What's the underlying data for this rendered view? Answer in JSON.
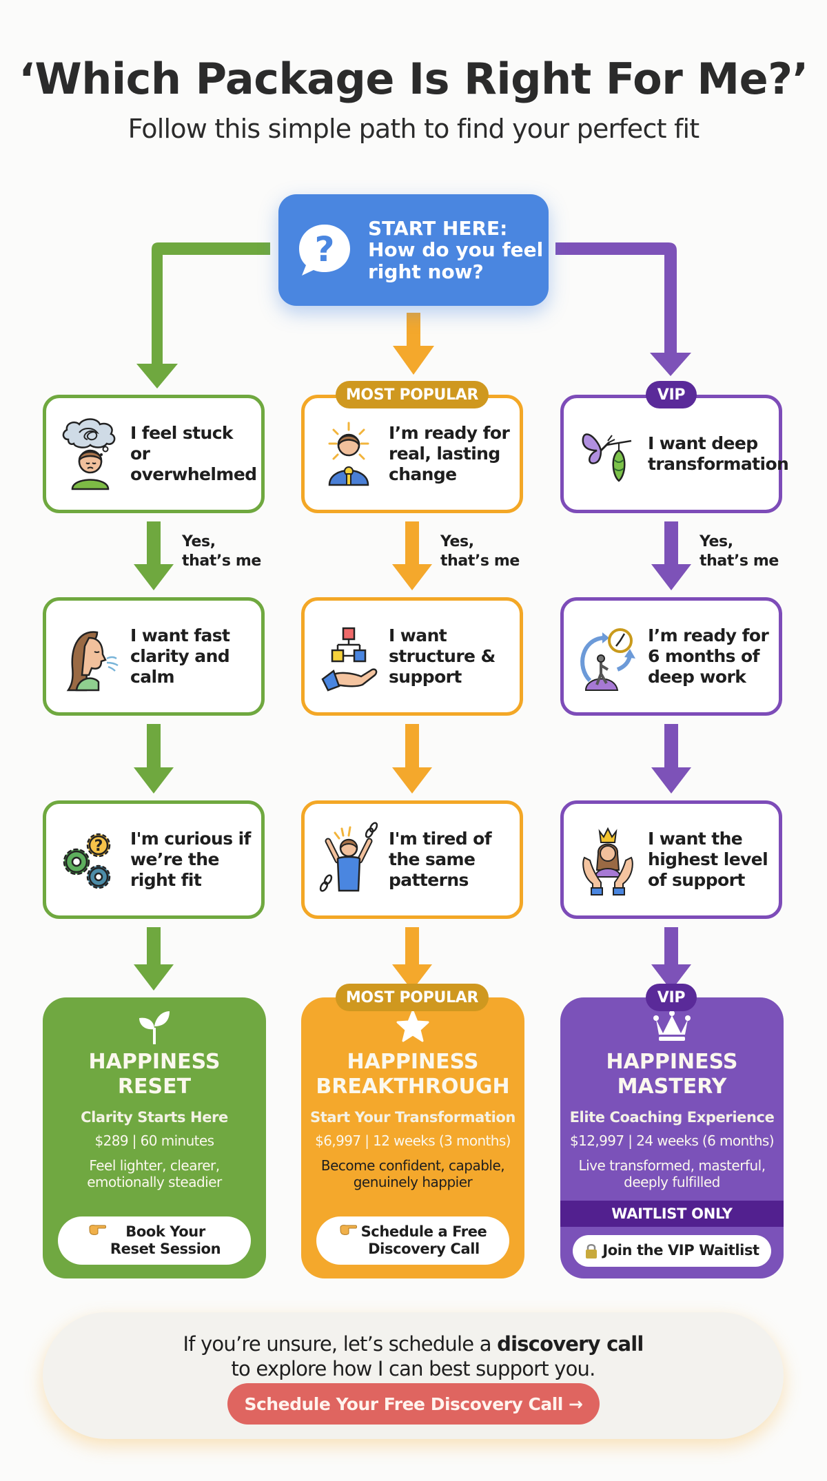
{
  "header": {
    "title": "‘Which Package Is Right For Me?’",
    "subtitle": "Follow this simple path to find your perfect fit"
  },
  "start": {
    "icon": "question-bubble-icon",
    "line1": "START HERE:",
    "line2": "How do you feel",
    "line3": "right now?"
  },
  "colors": {
    "green": "#6fa83f",
    "orange": "#f3a726",
    "purple": "#7d4cb8",
    "blue": "#4a86e0",
    "gold_badge": "#cf981f",
    "vip_badge": "#5a2a99",
    "cta": "#df6560"
  },
  "yes_label": {
    "line1": "Yes,",
    "line2": "that’s me"
  },
  "columns": [
    {
      "color": "green",
      "badge": null,
      "steps": [
        {
          "icon": "overwhelmed-person-icon",
          "lines": [
            "I feel stuck or",
            "overwhelmed"
          ]
        },
        {
          "icon": "breathing-woman-icon",
          "lines": [
            "I want fast",
            "clarity and",
            "calm"
          ]
        },
        {
          "icon": "gears-question-icon",
          "lines": [
            "I'm curious if",
            "we’re the",
            "right fit"
          ]
        }
      ],
      "package": {
        "badge": null,
        "icon": "sprout-icon",
        "name_line1": "HAPPINESS",
        "name_line2": "RESET",
        "tagline": "Clarity Starts Here",
        "price": "$289 | 60 minutes",
        "desc_line1": "Feel lighter, clearer,",
        "desc_line2": "emotionally steadier",
        "button_icon": "pointing-hand-icon",
        "button_line1": "Book Your",
        "button_line2": "Reset Session"
      }
    },
    {
      "color": "orange",
      "badge": "MOST POPULAR",
      "steps": [
        {
          "icon": "enlightened-person-icon",
          "lines": [
            "I’m ready for",
            "real, lasting",
            "change"
          ]
        },
        {
          "icon": "hand-structure-icon",
          "lines": [
            "I want",
            "structure &",
            "support"
          ]
        },
        {
          "icon": "breaking-chains-icon",
          "lines": [
            "I'm tired of",
            "the same",
            "patterns"
          ]
        }
      ],
      "package": {
        "badge": "MOST POPULAR",
        "icon": "star-icon",
        "name_line1": "HAPPINESS",
        "name_line2": "BREAKTHROUGH",
        "tagline": "Start Your Transformation",
        "price": "$6,997 | 12 weeks (3 months)",
        "desc_line1": "Become confident, capable,",
        "desc_line2": "genuinely happier",
        "button_icon": "pointing-hand-icon",
        "button_line1": "Schedule a Free",
        "button_line2": "Discovery Call"
      }
    },
    {
      "color": "purple",
      "badge": "VIP",
      "steps": [
        {
          "icon": "butterfly-cocoon-icon",
          "lines": [
            "I want deep",
            "transformation"
          ]
        },
        {
          "icon": "compass-journey-icon",
          "lines": [
            "I’m ready for",
            "6 months of",
            "deep work"
          ]
        },
        {
          "icon": "crowned-woman-hands-icon",
          "lines": [
            "I want the",
            "highest level",
            "of support"
          ]
        }
      ],
      "package": {
        "badge": "VIP",
        "icon": "crown-icon",
        "name_line1": "HAPPINESS",
        "name_line2": "MASTERY",
        "tagline": "Elite Coaching Experience",
        "price": "$12,997 | 24 weeks (6 months)",
        "desc_line1": "Live transformed, masterful,",
        "desc_line2": "deeply fulfilled",
        "waitlist_banner": "WAITLIST ONLY",
        "button_icon": "lock-icon",
        "button_line1": "Join the VIP Waitlist",
        "button_line2": ""
      }
    }
  ],
  "footer": {
    "text_prefix": "If you’re unsure, let’s schedule a ",
    "text_bold": "discovery call",
    "text_line2": "to explore how I can best support you.",
    "cta_label": "Schedule Your Free Discovery Call →"
  }
}
